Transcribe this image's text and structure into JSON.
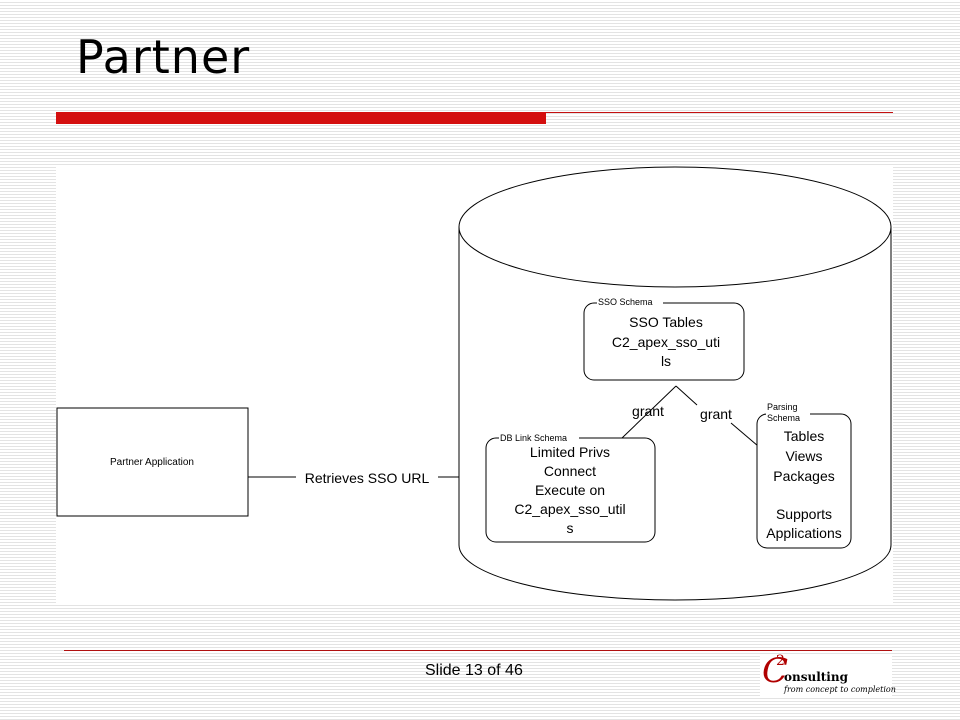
{
  "slide": {
    "title": "Partner",
    "footer_text": "Slide 13 of 46",
    "page_number": "13",
    "accent_color": "#d40f0f"
  },
  "diagram": {
    "partner_box": {
      "label": "Partner Application"
    },
    "connector_label": "Retrieves SSO URL",
    "database": {
      "shape": "cylinder"
    },
    "sso_schema": {
      "tag": "SSO Schema",
      "lines": [
        "SSO Tables",
        "C2_apex_sso_uti",
        "ls"
      ]
    },
    "db_link_schema": {
      "tag": "DB Link Schema",
      "lines": [
        "Limited Privs",
        "Connect",
        "Execute on",
        "C2_apex_sso_util",
        "s"
      ]
    },
    "parsing_schema": {
      "tag_lines": [
        "Parsing",
        "Schema"
      ],
      "lines": [
        "Tables",
        "Views",
        "Packages",
        "",
        "Supports",
        "Applications"
      ]
    },
    "grant_left": "grant",
    "grant_right": "grant"
  },
  "logo": {
    "letter": "C",
    "superscript": "2",
    "word": "onsulting",
    "tagline": "from concept to completion"
  }
}
